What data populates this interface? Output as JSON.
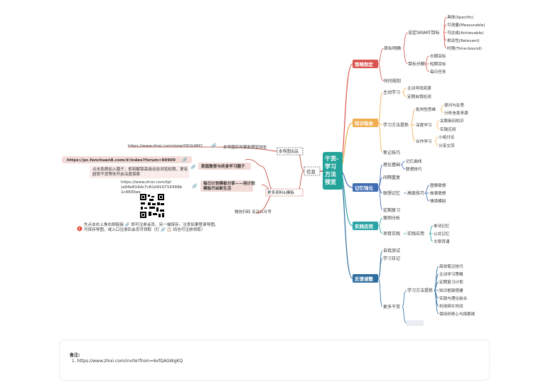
{
  "root": {
    "title": "干货-学习方法预览"
  },
  "branches": {
    "b1": {
      "label": "策略制定",
      "goal": "目标明确",
      "smart": "设定SMART目标",
      "smart_items": [
        "具体(Specific)",
        "可测量(Measurable)",
        "可达成(Achievable)",
        "相关性(Relevant)",
        "时限(Time-bound)"
      ],
      "decompose": "目标分解",
      "decompose_items": [
        "长期目标",
        "短期目标",
        "每日任务"
      ],
      "time": "时间规划"
    },
    "b2": {
      "label": "知识吸收",
      "active": "主动学习",
      "active_items": [
        "主动寻找资源",
        "定期自我检测"
      ],
      "methods": "学习方法提炼",
      "critical": "批判性思维",
      "critical_items": [
        "提问与反思",
        "分析信息来源"
      ],
      "deep": "深度学习",
      "deep_items": [
        "关联新旧知识",
        "实践应用"
      ],
      "coop": "合作学习",
      "coop_items": [
        "小组讨论",
        "分享交流"
      ],
      "notes": "笔记技巧"
    },
    "b3": {
      "label": "记忆强化",
      "basic": "理论基础",
      "basic_items": [
        "记忆曲线",
        "联想技巧"
      ],
      "spaced": "间隔重复",
      "mem": "联想记忆",
      "adv": "高级技巧",
      "adv_items": [
        "图像联想",
        "故事联想",
        "情境模拟"
      ],
      "review": "定期复习"
    },
    "b4": {
      "label": "实践应用",
      "case": "案例分析",
      "project": "项目实践",
      "practice": "实践应用",
      "practice_items": [
        "单词记忆",
        "公式记忆",
        "文章背诵"
      ]
    },
    "b5": {
      "label": "反馈调整",
      "test": "自我测试",
      "diary": "学习日记",
      "more": "更多干货",
      "methods": "学习方法提炼",
      "items": [
        "高效笔记技巧",
        "主动学习策略",
        "定期复习计划",
        "知识框架搭建",
        "实践与理论结合",
        "利用碎片时间",
        "保持好奇心与探索欲"
      ]
    }
  },
  "left": {
    "info": "信息",
    "update_title": "本导图实时更新预览地址",
    "update_url": "https://www.zhixi.com/view/091b96f2",
    "original": "本导图出品",
    "circle": "家庭教育与终身学习圈子",
    "circle_url": "https://pc.fenchuan8.com/#/index?forum=89909",
    "circle_desc": "点击免费加入圈子，即刻解锁高级动态浏览权限，更有超赞干货等你开启深度探索",
    "plan": "每日计划模板分享——用计划模板开启新生活",
    "plan_url": "https://www.zhixi.com/tpl/a94e819dc7c81d910719399b1c4830ee",
    "more_resources": "更多资料&模板",
    "qr_caption": "微信扫码 关注公众号",
    "mention": "先点击右上角右侧链接 🔗 即可注册会员，另一端保存。注意如果登录导图，可保存导图，或入口注册后会员可领取（打 🔗 📋 码也可注册领取）"
  },
  "note": {
    "title": "备注:",
    "line": "1. https://www.zhixi.com/invite?from=6xfQAGWgKQ"
  }
}
